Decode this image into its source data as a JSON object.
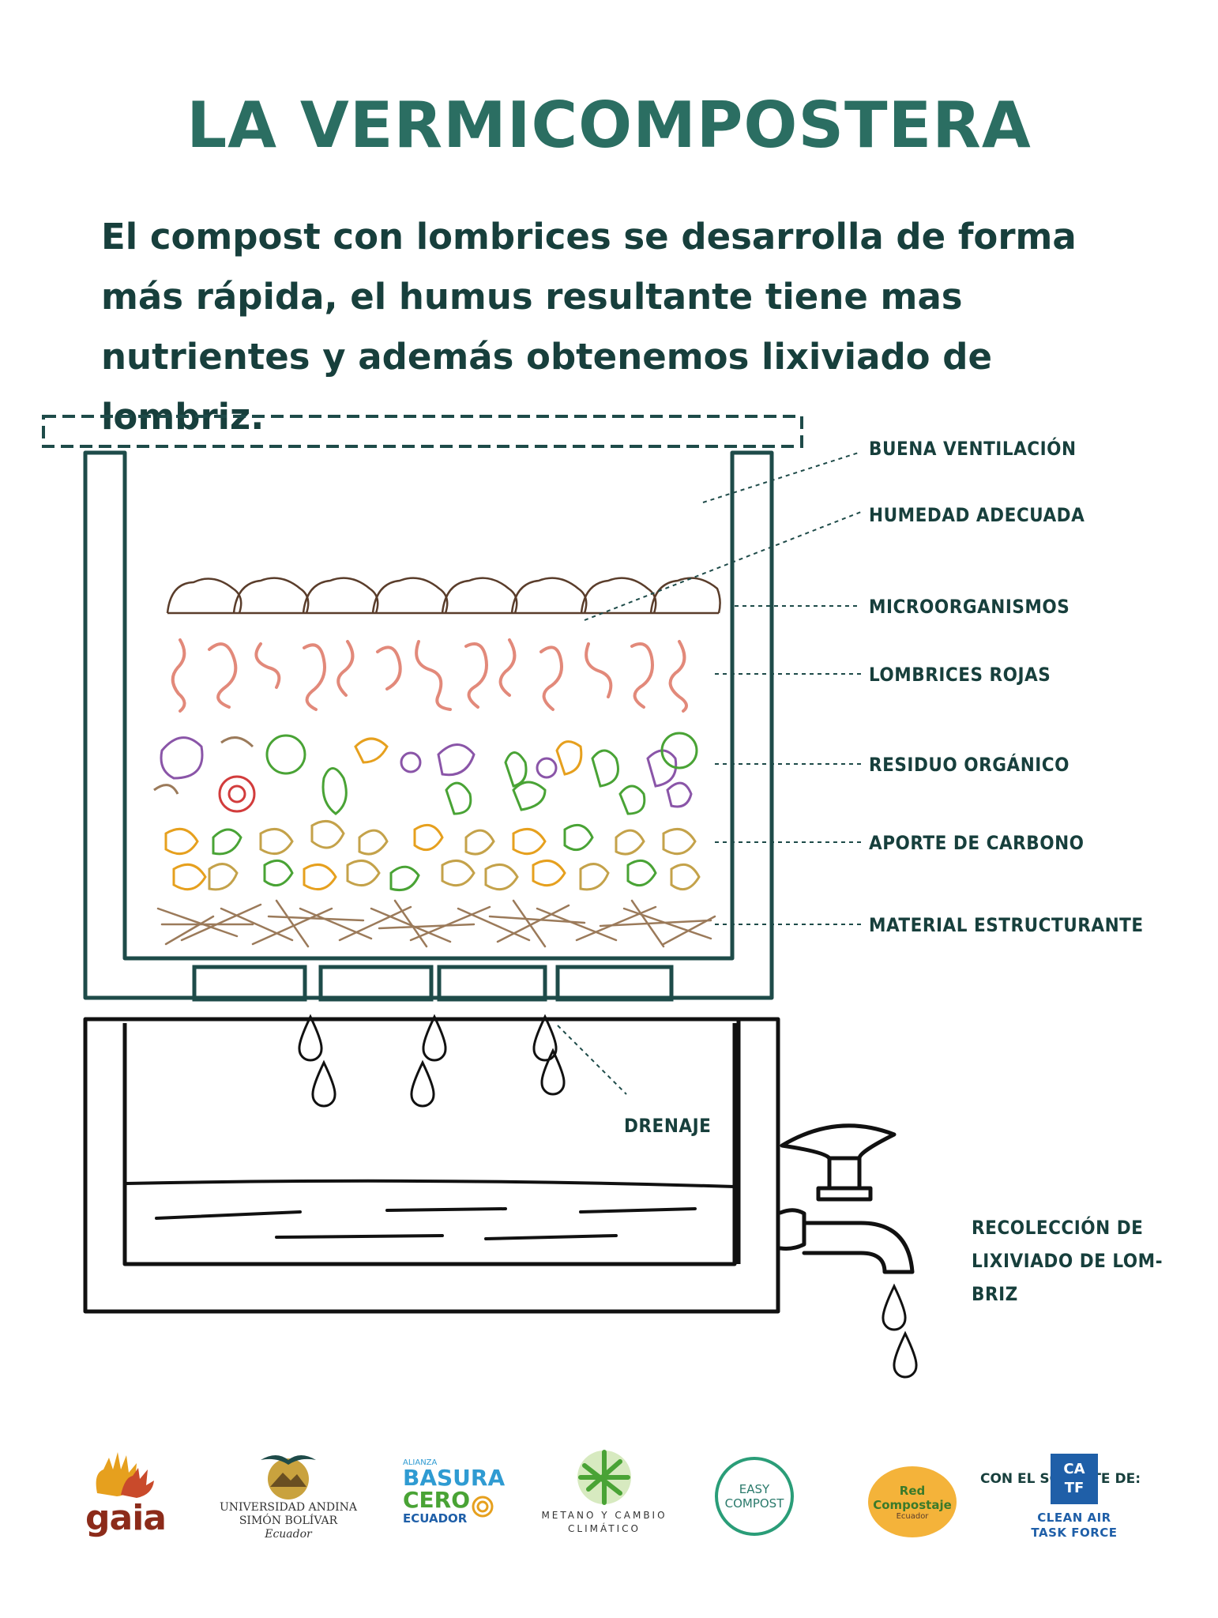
{
  "title": "LA VERMICOMPOSTERA",
  "subtitle": "El compost con lombrices se desarrolla de forma más rápida, el humus resultante tiene mas nutrientes y además obtenemos lixiviado de lombriz.",
  "labels": {
    "ventilacion": "BUENA VENTILACIÓN",
    "humedad": "HUMEDAD ADECUADA",
    "microorganismos": "MICROORGANISMOS",
    "lombrices": "LOMBRICES ROJAS",
    "residuo": "RESIDUO ORGÁNICO",
    "carbono": "APORTE DE CARBONO",
    "estructurante": "MATERIAL ESTRUCTURANTE",
    "drenaje": "DRENAJE",
    "recoleccion_1": "RECOLECCIÓN DE",
    "recoleccion_2": "LIXIVIADO DE LOM-",
    "recoleccion_3": "BRIZ"
  },
  "support": {
    "heading": "CON EL SOPORTE DE:",
    "gaia": "gaia",
    "uasb_1": "UNIVERSIDAD ANDINA",
    "uasb_2": "SIMÓN BOLÍVAR",
    "uasb_3": "Ecuador",
    "basura_1": "ALIANZA",
    "basura_2": "BASURA",
    "basura_3": "CERO",
    "basura_4": "ECUADOR",
    "metano_1": "METANO Y CAMBIO",
    "metano_2": "CLIMÁTICO",
    "easy_1": "EASY",
    "easy_2": "COMPOST",
    "red_1": "Red",
    "red_2": "Compostaje",
    "red_3": "Ecuador",
    "catf_logo_1": "CA",
    "catf_logo_2": "TF",
    "catf_1": "CLEAN AIR",
    "catf_2": "TASK FORCE"
  },
  "colors": {
    "title": "#2b6e62",
    "text": "#173f3c",
    "frame": "#1e4b49",
    "soil": "#5a3d2b",
    "worms": "#e2897a",
    "veg_green": "#49a335",
    "veg_purple": "#8a55a8",
    "veg_orange": "#e6a01e",
    "leaf": "#c4a24a",
    "twigs": "#9b7a5a"
  }
}
